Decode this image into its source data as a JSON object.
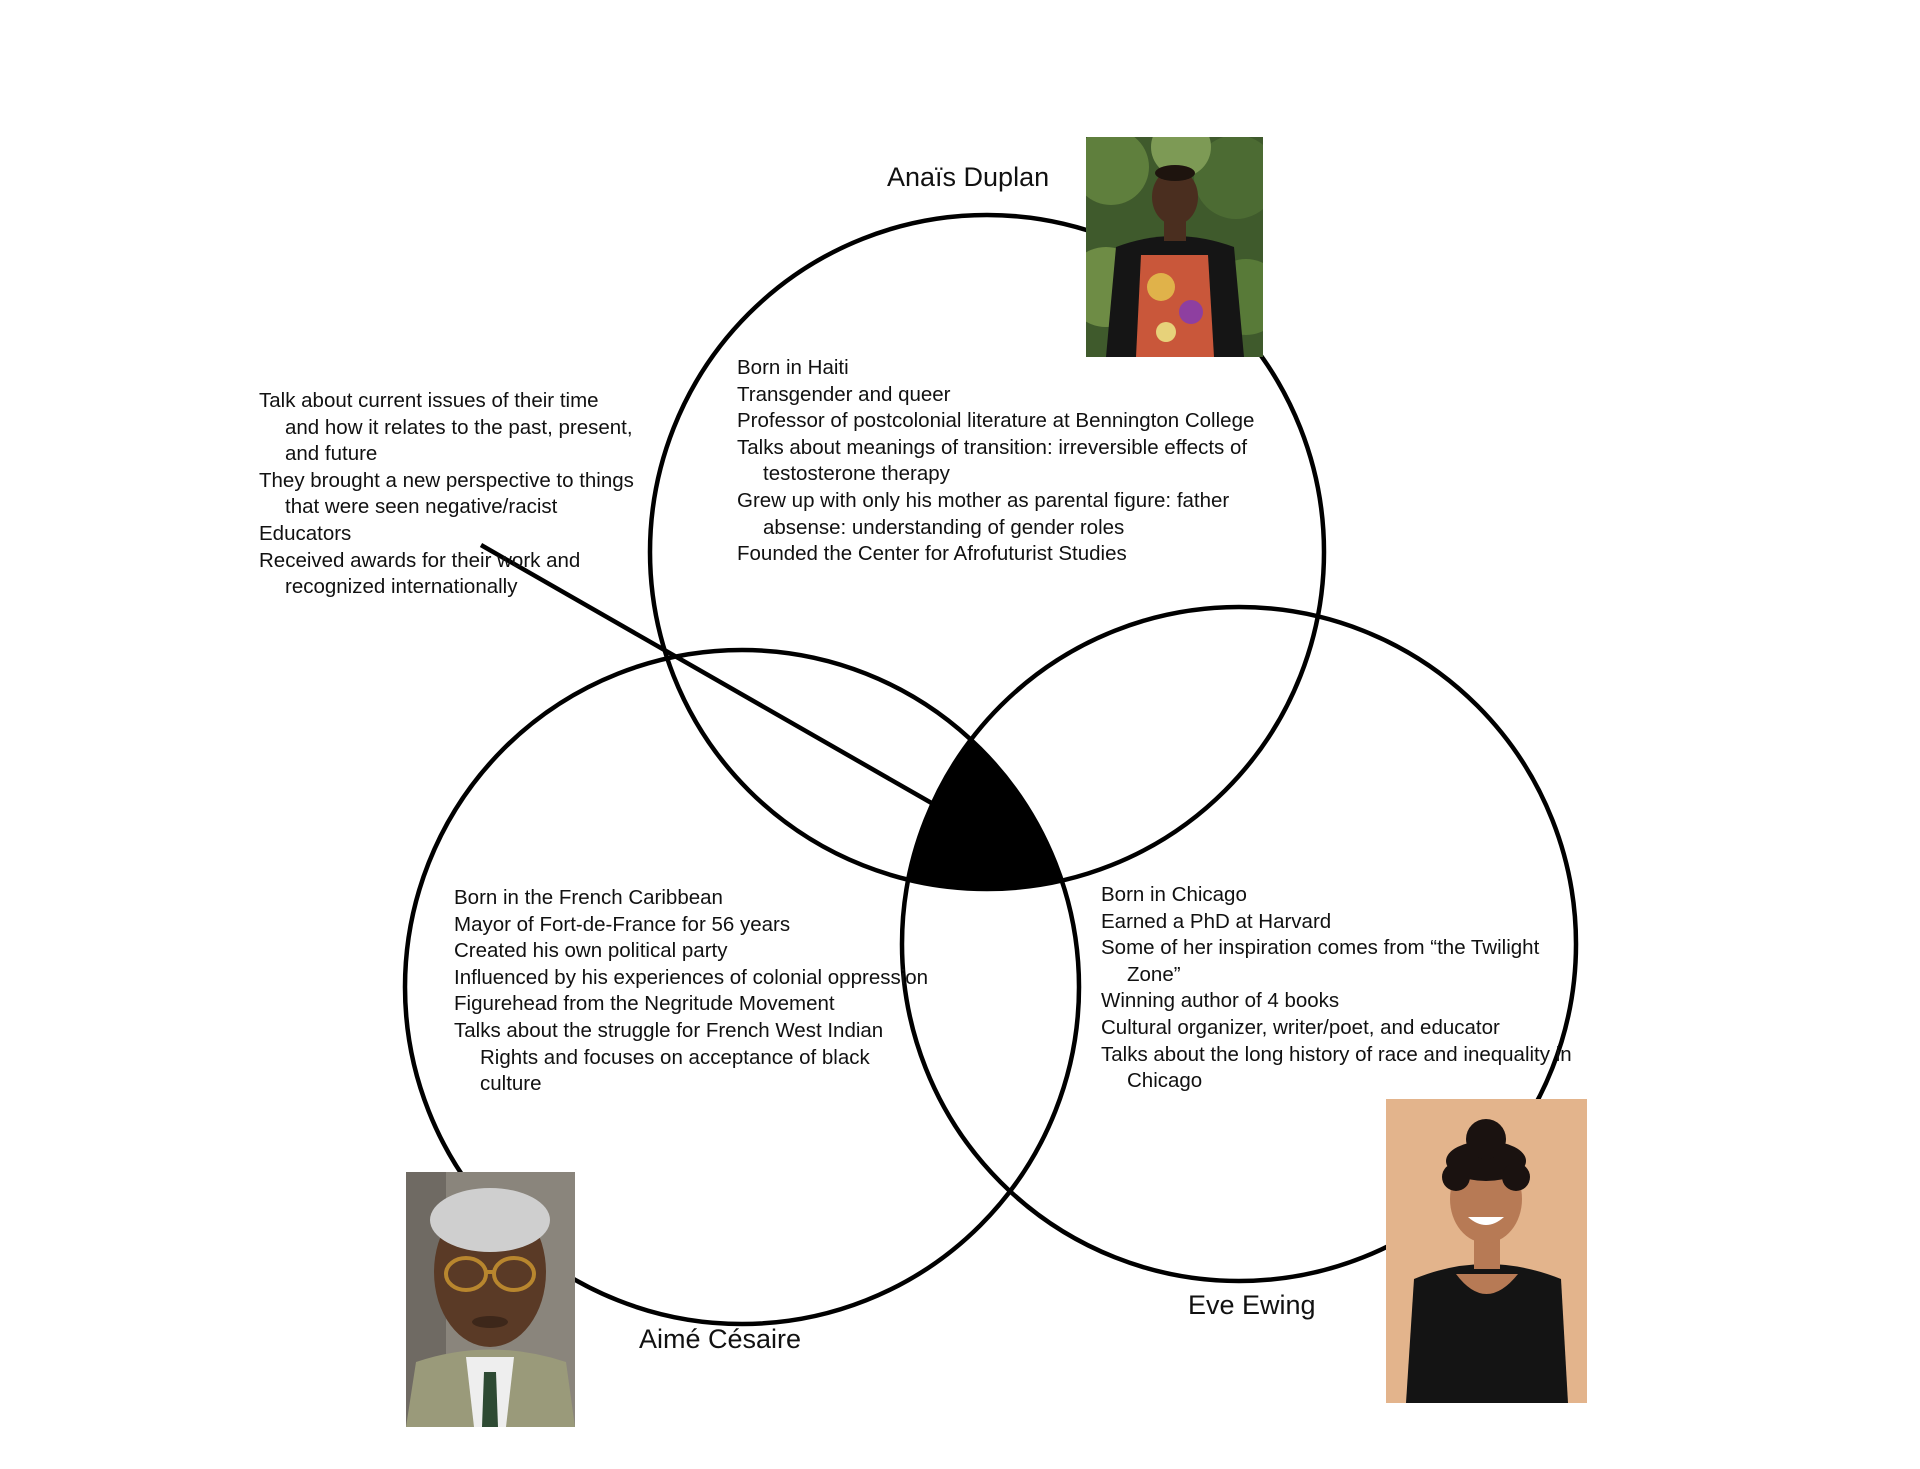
{
  "names": {
    "top": "Anaïs Duplan",
    "left": "Aimé Césaire",
    "right": "Eve Ewing"
  },
  "shared_traits": [
    "Talk about current issues of their time and how it relates to the past, present, and future",
    "They brought a new perspective to things that were seen negative/racist",
    "Educators",
    "Received awards for their work and recognized internationally"
  ],
  "duplan_facts": [
    "Born in Haiti",
    "Transgender and queer",
    "Professor of postcolonial literature at Bennington College",
    "Talks about meanings of transition: irreversible effects of testosterone therapy",
    "Grew up with only his mother as parental figure: father absense: understanding of gender roles",
    "Founded the Center for Afrofuturist Studies"
  ],
  "cesaire_facts": [
    "Born in the French Caribbean",
    "Mayor of Fort-de-France for 56 years",
    "Created his own political party",
    "Influenced by his experiences of colonial oppression",
    "Figurehead from the Negritude Movement",
    "Talks about the struggle for French West Indian Rights and focuses on acceptance of black culture"
  ],
  "ewing_facts": [
    "Born in Chicago",
    "Earned a PhD at Harvard",
    "Some of her inspiration comes from “the Twilight Zone”",
    "Winning author of 4 books",
    "Cultural organizer, writer/poet, and educator",
    "Talks about the long history of race and inequality in Chicago"
  ],
  "colors": {
    "line": "#000000",
    "center_fill": "#000000",
    "background": "#ffffff"
  }
}
